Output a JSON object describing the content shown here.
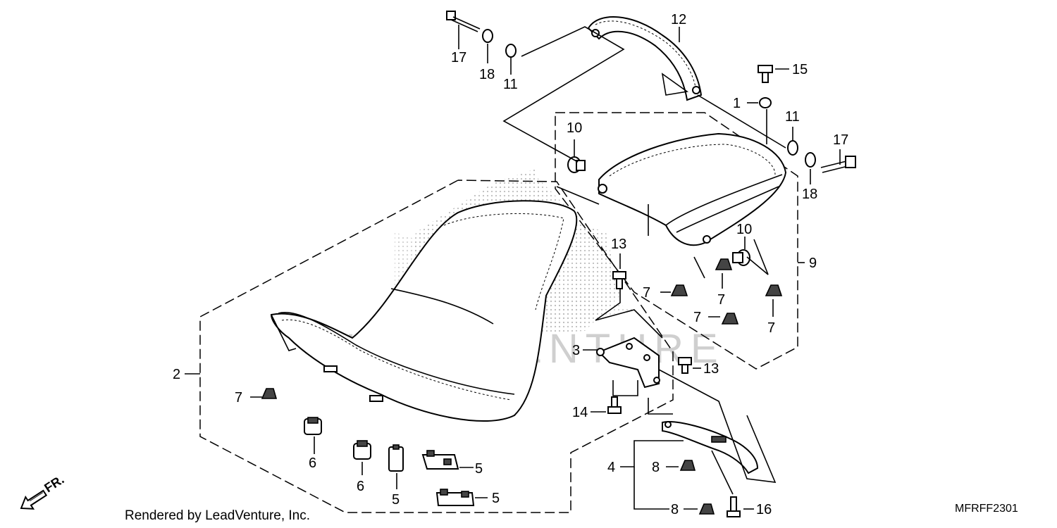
{
  "diagram": {
    "watermark": "LEADVENTURE",
    "fr_label": "FR.",
    "footer_credit": "Rendered by LeadVenture, Inc.",
    "diagram_code": "MFRFF2301",
    "callouts": {
      "c17a": "17",
      "c18a": "18",
      "c11a": "11",
      "c12": "12",
      "c15": "15",
      "c1": "1",
      "c11b": "11",
      "c17b": "17",
      "c18b": "18",
      "c10a": "10",
      "c10b": "10",
      "c9": "9",
      "c13a": "13",
      "c7a": "7",
      "c7b": "7",
      "c7c": "7",
      "c7d": "7",
      "c3": "3",
      "c13b": "13",
      "c2": "2",
      "c7e": "7",
      "c14": "14",
      "c6a": "6",
      "c6b": "6",
      "c5a": "5",
      "c5b": "5",
      "c5c": "5",
      "c4": "4",
      "c8a": "8",
      "c8b": "8",
      "c16": "16"
    },
    "colors": {
      "ink": "#000000",
      "background": "#ffffff",
      "watermark": "#cfcfcf"
    }
  }
}
